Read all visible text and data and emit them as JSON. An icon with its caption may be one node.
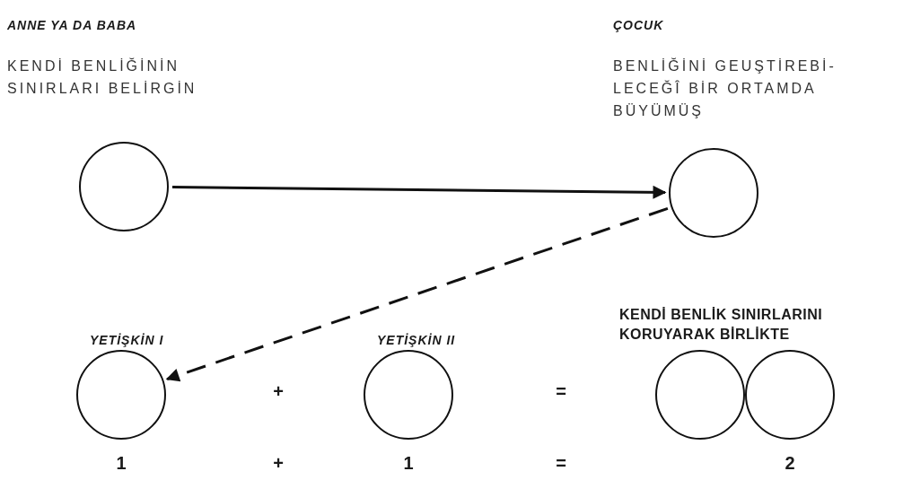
{
  "diagram": {
    "nodes": [
      {
        "text": [
          "KENDİ BENLİĞİNİN SINIRLARI BELİRGİN"
        ]
      },
      {
        "text": [
          "BENLİĞİNİ GEUŞTİREBİ- LECEĞÎ BİR ORTAMDA BÜYÜMÜŞ"
        ]
      },
      {
        "text": [
          "YETİŞKİN I"
        ]
      },
      {
        "text": [
          "YETİŞKİN II"
        ]
      },
      {
        "text": [
          "KENDİ BENLİK SINIRLARINI KORUYARAK BİRLİKTE"
        ]
      },
      {
        "text": [],
        "shape": "circle"
      }
    ],
    "edges": [
      {
        "from": 0,
        "to": 1,
        "arrow": "to"
      },
      {
        "from": 1,
        "to": 2,
        "arrow": "to",
        "style": "dashed"
      }
    ],
    "labels": [
      "ANNE YA DA BABA",
      "ÇOCUK",
      "+",
      "=",
      "1",
      "+",
      "1",
      "=",
      "2"
    ]
  }
}
